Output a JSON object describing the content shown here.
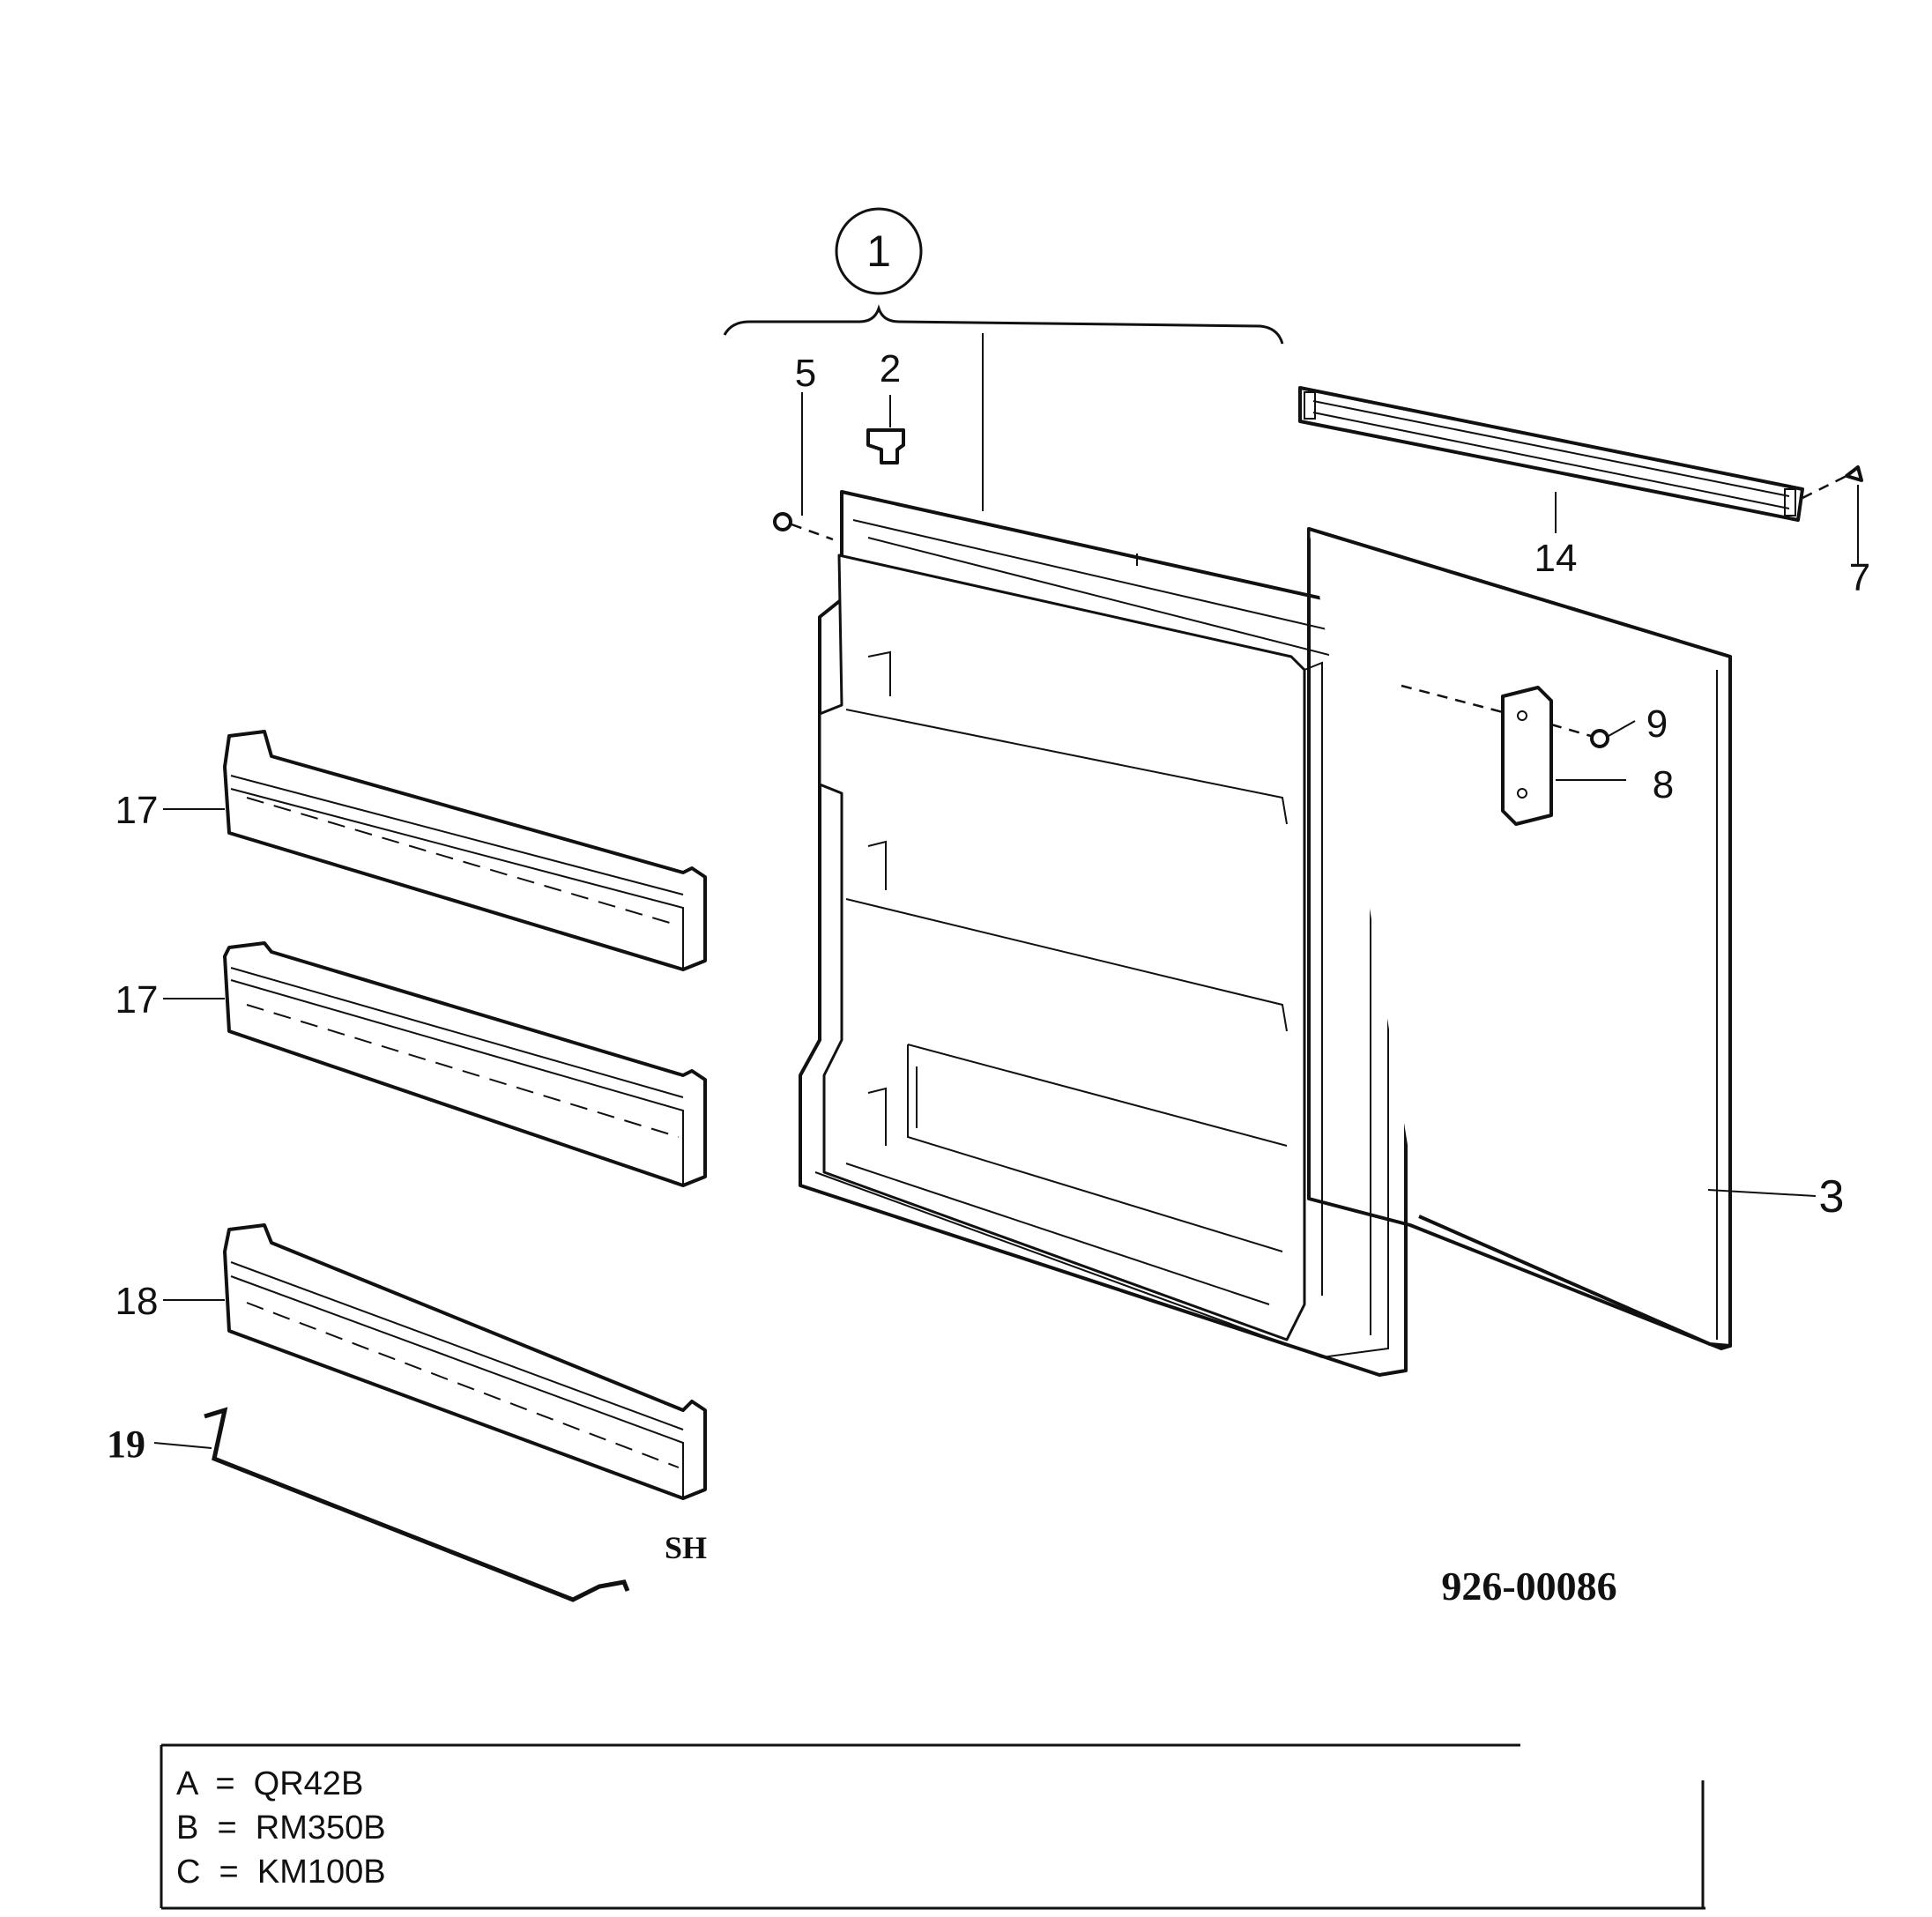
{
  "assembly_label": "1",
  "callouts": {
    "c2": "2",
    "c3": "3",
    "c5": "5",
    "c7": "7",
    "c8": "8",
    "c9": "9",
    "c14": "14",
    "c17a": "17",
    "c17b": "17",
    "c18": "18",
    "c19": "19"
  },
  "mark_sh": "SH",
  "drawing_number": "926-00086",
  "legend": [
    "A  =  QR42B",
    "B  =  RM350B",
    "C  =  KM100B"
  ]
}
